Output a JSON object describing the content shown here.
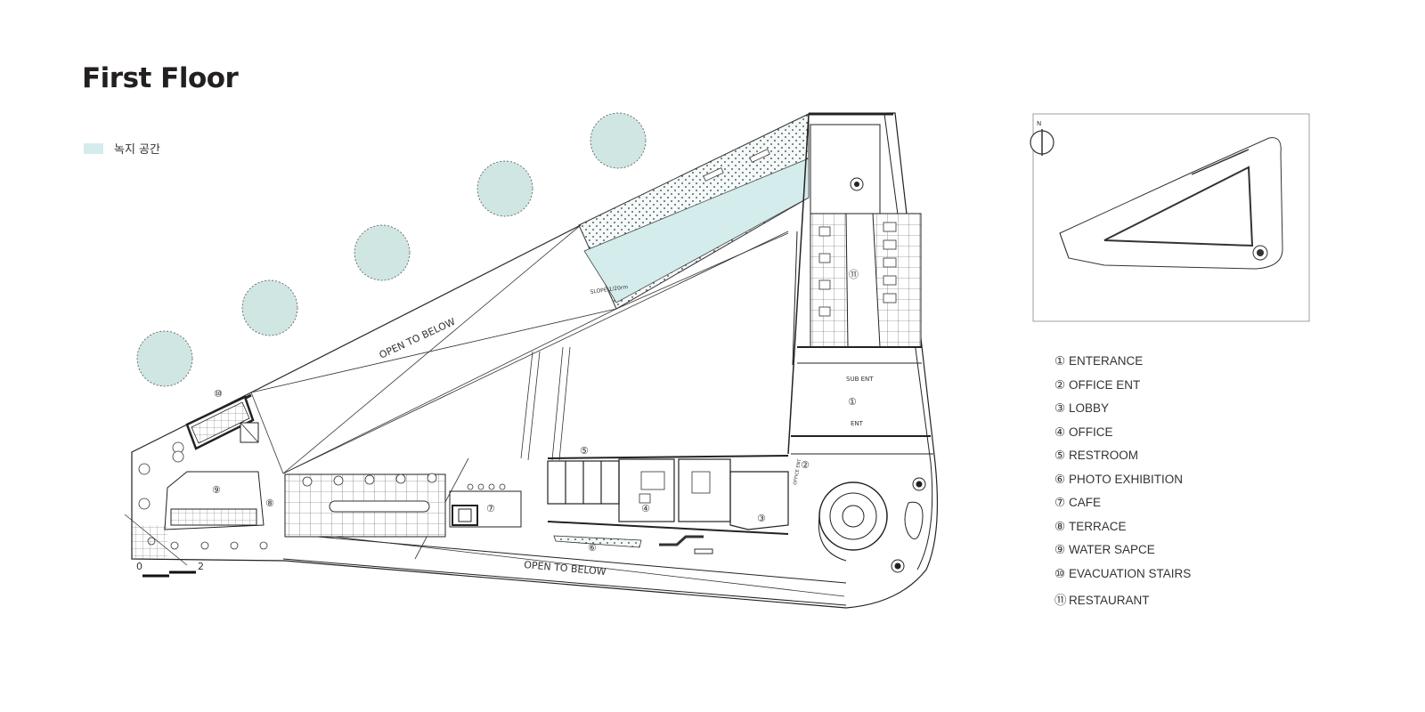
{
  "title": "First Floor",
  "legend": {
    "swatch_label": "녹지 공간",
    "swatch_color": "#d4eceb"
  },
  "plan": {
    "annotations": {
      "open_to_below_1": "OPEN TO BELOW",
      "open_to_below_2": "OPEN TO BELOW",
      "slope": "SLOPE 1/20rm",
      "sub_ent": "SUB ENT",
      "ent": "ENT",
      "office_ent": "OFFICE ENT"
    },
    "scale_bar": {
      "start": "0",
      "end": "2"
    },
    "room_markers": {
      "entrance": "①",
      "office_ent": "②",
      "lobby": "③",
      "office": "④",
      "restroom": "⑤",
      "photo_exhibition": "⑥",
      "cafe": "⑦",
      "terrace": "⑧",
      "water_space": "⑨",
      "evacuation_stairs": "⑩",
      "restaurant": "⑪"
    }
  },
  "key_plan": {
    "north_label": "N"
  },
  "room_key": [
    {
      "num": "①",
      "label": "ENTERANCE"
    },
    {
      "num": "②",
      "label": "OFFICE ENT"
    },
    {
      "num": "③",
      "label": "LOBBY"
    },
    {
      "num": "④",
      "label": "OFFICE"
    },
    {
      "num": "⑤",
      "label": "RESTROOM"
    },
    {
      "num": "⑥",
      "label": "PHOTO EXHIBITION"
    },
    {
      "num": "⑦",
      "label": "CAFE"
    },
    {
      "num": "⑧",
      "label": "TERRACE"
    },
    {
      "num": "⑨",
      "label": "WATER SAPCE"
    },
    {
      "num": "⑩",
      "label": "EVACUATION STAIRS"
    },
    {
      "num": "⑪",
      "label": "RESTAURANT"
    }
  ]
}
